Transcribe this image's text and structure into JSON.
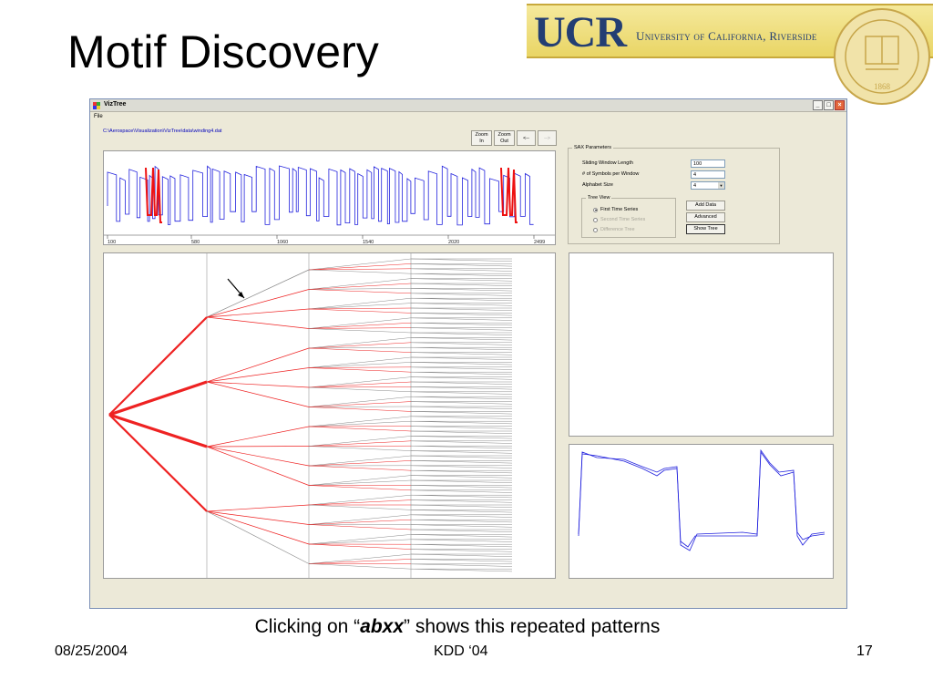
{
  "slide": {
    "title": "Motif Discovery",
    "caption_pre": "Clicking on “",
    "caption_em": "abxx",
    "caption_post": "” shows this repeated patterns",
    "footer_date": "08/25/2004",
    "footer_venue": "KDD ‘04",
    "footer_page": "17"
  },
  "logo": {
    "ucr": "UCR",
    "university": "University of California, Riverside",
    "seal_year": "1868"
  },
  "window": {
    "title": "VizTree",
    "menu_file": "File",
    "filepath": "C:\\Aerospace\\Visualization\\VizTree\\data\\winding4.dat",
    "zoom_in_l1": "Zoom",
    "zoom_in_l2": "In",
    "zoom_out_l1": "Zoom",
    "zoom_out_l2": "Out",
    "back_label": "<--",
    "forward_label": "-->"
  },
  "sax": {
    "legend": "SAX Parameters",
    "window_length_label": "Sliding Window Length",
    "window_length_value": "100",
    "symbols_label": "# of Symbols per Window",
    "symbols_value": "4",
    "alphabet_label": "Alphabet Size",
    "alphabet_value": "4",
    "tree_view_legend": "Tree View",
    "radio_first": "First Time Series",
    "radio_second": "Second Time Series",
    "radio_diff": "Difference Tree",
    "add_data": "Add Data",
    "advanced": "Advanced",
    "show_tree": "Show Tree"
  },
  "timeseries_axis": {
    "ticks": [
      "100",
      "580",
      "1060",
      "1540",
      "2020",
      "2499"
    ]
  },
  "colors": {
    "series": "#2222dd",
    "highlight": "#ee1111",
    "tree_red": "#ee2222",
    "tree_gray": "#8a8a8a"
  }
}
